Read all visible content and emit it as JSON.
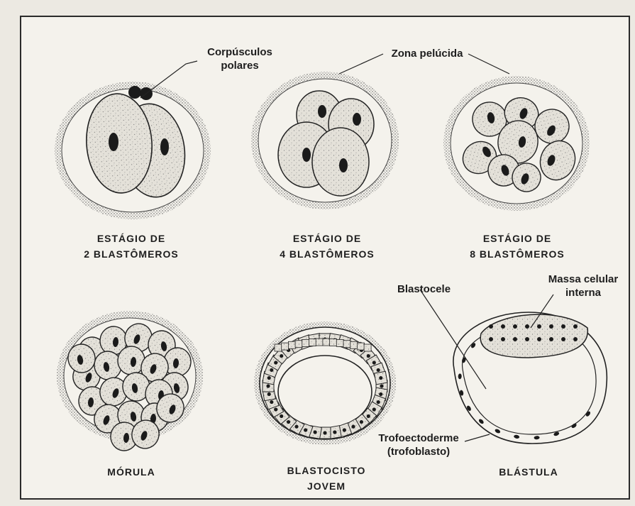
{
  "stages": {
    "two_cell": {
      "line1": "ESTÁGIO DE",
      "line2": "2 BLASTÔMEROS"
    },
    "four_cell": {
      "line1": "ESTÁGIO DE",
      "line2": "4 BLASTÔMEROS"
    },
    "eight_cell": {
      "line1": "ESTÁGIO DE",
      "line2": "8 BLASTÔMEROS"
    },
    "morula": {
      "line1": "MÓRULA"
    },
    "young_blastocyst": {
      "line1": "BLASTOCISTO",
      "line2": "JOVEM"
    },
    "blastula": {
      "line1": "BLÁSTULA"
    }
  },
  "annotations": {
    "polar_bodies": {
      "line1": "Corpúsculos",
      "line2": "polares"
    },
    "zona_pellucida": "Zona pelúcida",
    "blastocoel": "Blastocele",
    "inner_cell_mass": {
      "line1": "Massa celular",
      "line2": "interna"
    },
    "trophectoderm": {
      "line1": "Trofoectoderme",
      "line2": "(trofoblasto)"
    }
  },
  "colors": {
    "ink": "#1e1e1e",
    "cell_fill": "#e4e1d9",
    "paper": "#f4f2ec",
    "nucleus": "#1b1b1b"
  }
}
